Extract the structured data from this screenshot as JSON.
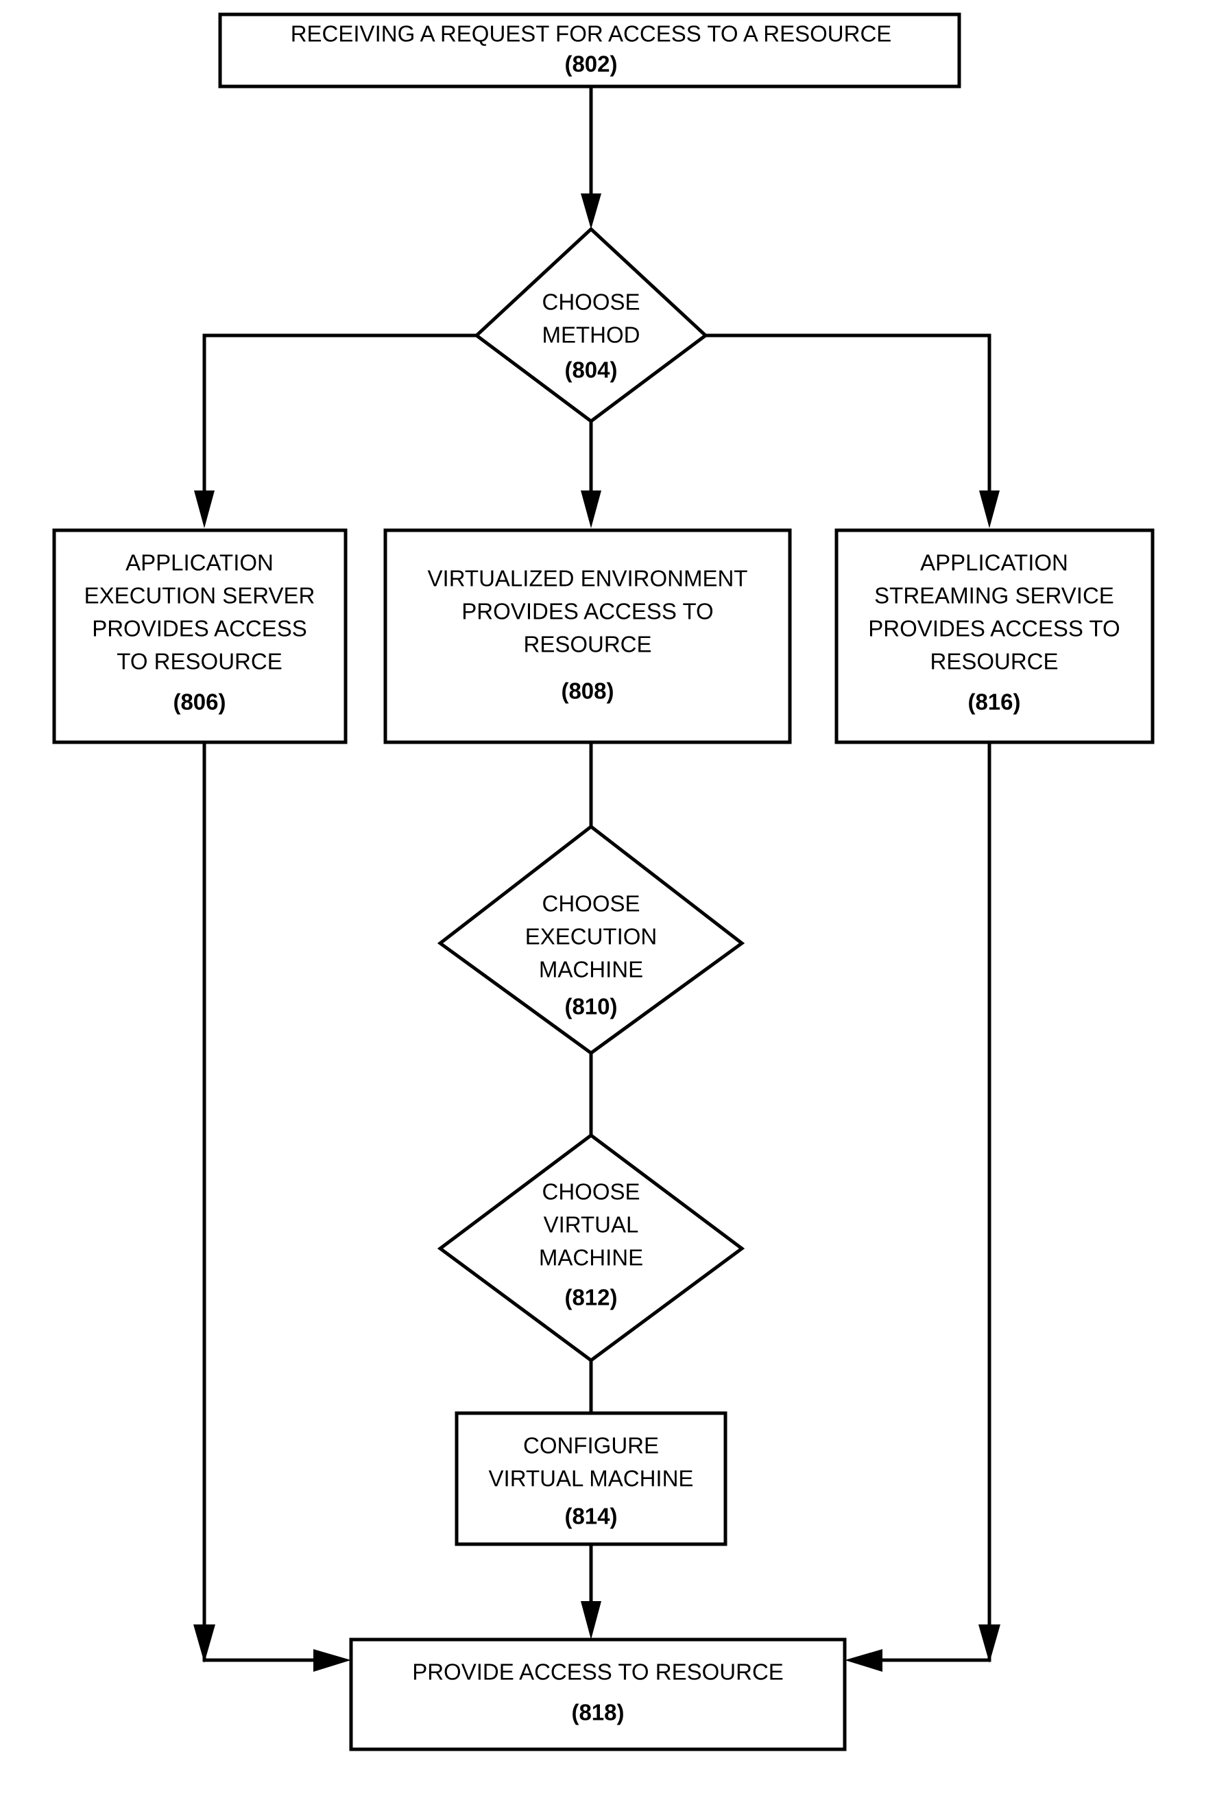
{
  "figure": {
    "type": "flowchart",
    "title": "Resource access method selection flowchart",
    "colors": {
      "background": "#ffffff",
      "stroke": "#000000",
      "text": "#000000"
    }
  },
  "nodes": {
    "n802": {
      "shape": "process",
      "ref": "(802)",
      "lines": [
        "RECEIVING A REQUEST FOR ACCESS TO A RESOURCE"
      ],
      "line1": "RECEIVING A REQUEST FOR ACCESS TO A RESOURCE"
    },
    "n804": {
      "shape": "decision",
      "ref": "(804)",
      "lines": [
        "CHOOSE",
        "METHOD"
      ],
      "line1": "CHOOSE",
      "line2": "METHOD"
    },
    "n806": {
      "shape": "process",
      "ref": "(806)",
      "lines": [
        "APPLICATION",
        "EXECUTION SERVER",
        "PROVIDES ACCESS",
        "TO RESOURCE"
      ],
      "line1": "APPLICATION",
      "line2": "EXECUTION SERVER",
      "line3": "PROVIDES ACCESS",
      "line4": "TO RESOURCE"
    },
    "n808": {
      "shape": "process",
      "ref": "(808)",
      "lines": [
        "VIRTUALIZED ENVIRONMENT",
        "PROVIDES ACCESS TO",
        "RESOURCE"
      ],
      "line1": "VIRTUALIZED ENVIRONMENT",
      "line2": "PROVIDES ACCESS TO",
      "line3": "RESOURCE"
    },
    "n810": {
      "shape": "decision",
      "ref": "(810)",
      "lines": [
        "CHOOSE",
        "EXECUTION",
        "MACHINE"
      ],
      "line1": "CHOOSE",
      "line2": "EXECUTION",
      "line3": "MACHINE"
    },
    "n812": {
      "shape": "decision",
      "ref": "(812)",
      "lines": [
        "CHOOSE",
        "VIRTUAL",
        "MACHINE"
      ],
      "line1": "CHOOSE",
      "line2": "VIRTUAL",
      "line3": "MACHINE"
    },
    "n814": {
      "shape": "process",
      "ref": "(814)",
      "lines": [
        "CONFIGURE",
        "VIRTUAL MACHINE"
      ],
      "line1": "CONFIGURE",
      "line2": "VIRTUAL MACHINE"
    },
    "n816": {
      "shape": "process",
      "ref": "(816)",
      "lines": [
        "APPLICATION",
        "STREAMING SERVICE",
        "PROVIDES ACCESS TO",
        "RESOURCE"
      ],
      "line1": "APPLICATION",
      "line2": "STREAMING SERVICE",
      "line3": "PROVIDES ACCESS TO",
      "line4": "RESOURCE"
    },
    "n818": {
      "shape": "process",
      "ref": "(818)",
      "lines": [
        "PROVIDE ACCESS TO RESOURCE"
      ],
      "line1": "PROVIDE ACCESS TO RESOURCE"
    }
  },
  "edges": [
    {
      "from": "802",
      "to": "804",
      "arrow": true
    },
    {
      "from": "804",
      "to": "806",
      "arrow": true
    },
    {
      "from": "804",
      "to": "808",
      "arrow": true
    },
    {
      "from": "804",
      "to": "816",
      "arrow": true
    },
    {
      "from": "806",
      "to": "818",
      "arrow": true
    },
    {
      "from": "808",
      "to": "810",
      "arrow": false
    },
    {
      "from": "810",
      "to": "812",
      "arrow": false
    },
    {
      "from": "812",
      "to": "814",
      "arrow": false
    },
    {
      "from": "814",
      "to": "818",
      "arrow": true
    },
    {
      "from": "816",
      "to": "818",
      "arrow": true
    }
  ]
}
